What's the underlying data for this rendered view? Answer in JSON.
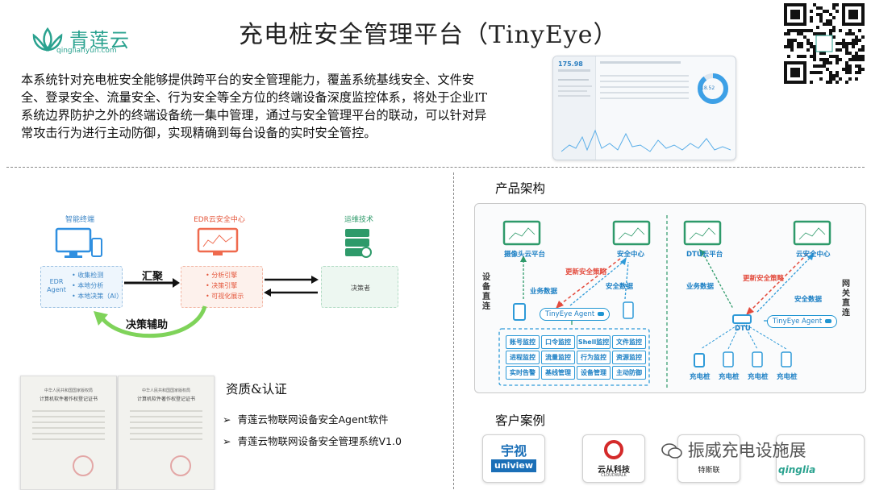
{
  "header": {
    "logo_text": "青莲云",
    "logo_subtext": "qinglianyun.com",
    "title": "充电桩安全管理平台（TinyEye）"
  },
  "intro": "本系统针对充电桩安全能够提供跨平台的安全管理能力，覆盖系统基线安全、文件安全、登录安全、流量安全、行为安全等全方位的终端设备深度监控体系，将处于企业IT系统边界防护之外的终端设备统一集中管理，通过与安全管理平台的联动，可以针对异常攻击行为进行主动防御，实现精确到每台设备的实时安全管控。",
  "dashboard": {
    "big_number": "175.98",
    "donut_value": "18.52"
  },
  "flow": {
    "terminal_label": "智能终端",
    "edr_label": "EDR云安全中心",
    "ops_label": "运维技术",
    "agent_title": "EDR\nAgent",
    "agent_items": [
      "• 收集检测",
      "• 本地分析",
      "• 本地决策（AI）"
    ],
    "edr_items": [
      "• 分析引擎",
      "• 决策引擎",
      "• 可视化展示"
    ],
    "ops_item": "决策者",
    "converge_label": "汇聚",
    "assist_label": "决策辅助"
  },
  "quals": {
    "title": "资质&认证",
    "items": [
      "青莲云物联网设备安全Agent软件",
      "青莲云物联网设备安全管理系统V1.0"
    ],
    "cert_heading": "中华人民共和国国家版权局",
    "cert_subheading": "计算机软件著作权登记证书"
  },
  "arch": {
    "title": "产品架构",
    "left": {
      "platform": "摄像头云平台",
      "security_center": "安全中心",
      "policy": "更新安全策略",
      "business_data": "业务数据",
      "security_data": "安全数据",
      "side_label": "设备直连",
      "agent": "TinyEye Agent",
      "cells": [
        "账号监控",
        "口令监控",
        "Shell监控",
        "文件监控",
        "进程监控",
        "流量监控",
        "行为监控",
        "资源监控",
        "实时告警",
        "基线管理",
        "设备管理",
        "主动防御"
      ]
    },
    "right": {
      "platform": "DTU云平台",
      "security_center": "云安全中心",
      "policy": "更新安全策略",
      "business_data": "业务数据",
      "security_data": "安全数据",
      "side_label": "网关直连",
      "dtu": "DTU",
      "agent": "TinyEye Agent",
      "chargers": [
        "充电桩",
        "充电桩",
        "充电桩",
        "充电桩"
      ]
    }
  },
  "customers": {
    "title": "客户案例",
    "logo1_top": "宇视",
    "logo1_bottom": "uniview",
    "logo2_top": "云从科技",
    "logo2_bottom": "CLOUDWALK",
    "logo3": "特斯联",
    "logo4": "qinglia"
  },
  "watermark": "振威充电设施展",
  "colors": {
    "brand": "#2aa28f",
    "blue": "#1f95d2",
    "red": "#e34b3d",
    "green": "#2e9a6a"
  }
}
